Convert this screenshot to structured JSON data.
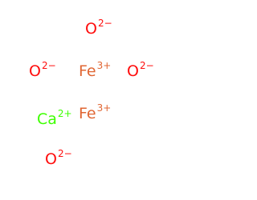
{
  "ions": [
    {
      "id": "o1",
      "symbol": "O",
      "charge": "2−"
    },
    {
      "id": "o2",
      "symbol": "O",
      "charge": "2−"
    },
    {
      "id": "fe1",
      "symbol": "Fe",
      "charge": "3+"
    },
    {
      "id": "o3",
      "symbol": "O",
      "charge": "2−"
    },
    {
      "id": "fe2",
      "symbol": "Fe",
      "charge": "3+"
    },
    {
      "id": "ca",
      "symbol": "Ca",
      "charge": "2+"
    },
    {
      "id": "o4",
      "symbol": "O",
      "charge": "2−"
    }
  ],
  "colors": {
    "oxygen": "#ff0d0d",
    "iron": "#e06633",
    "calcium": "#3dff00"
  }
}
